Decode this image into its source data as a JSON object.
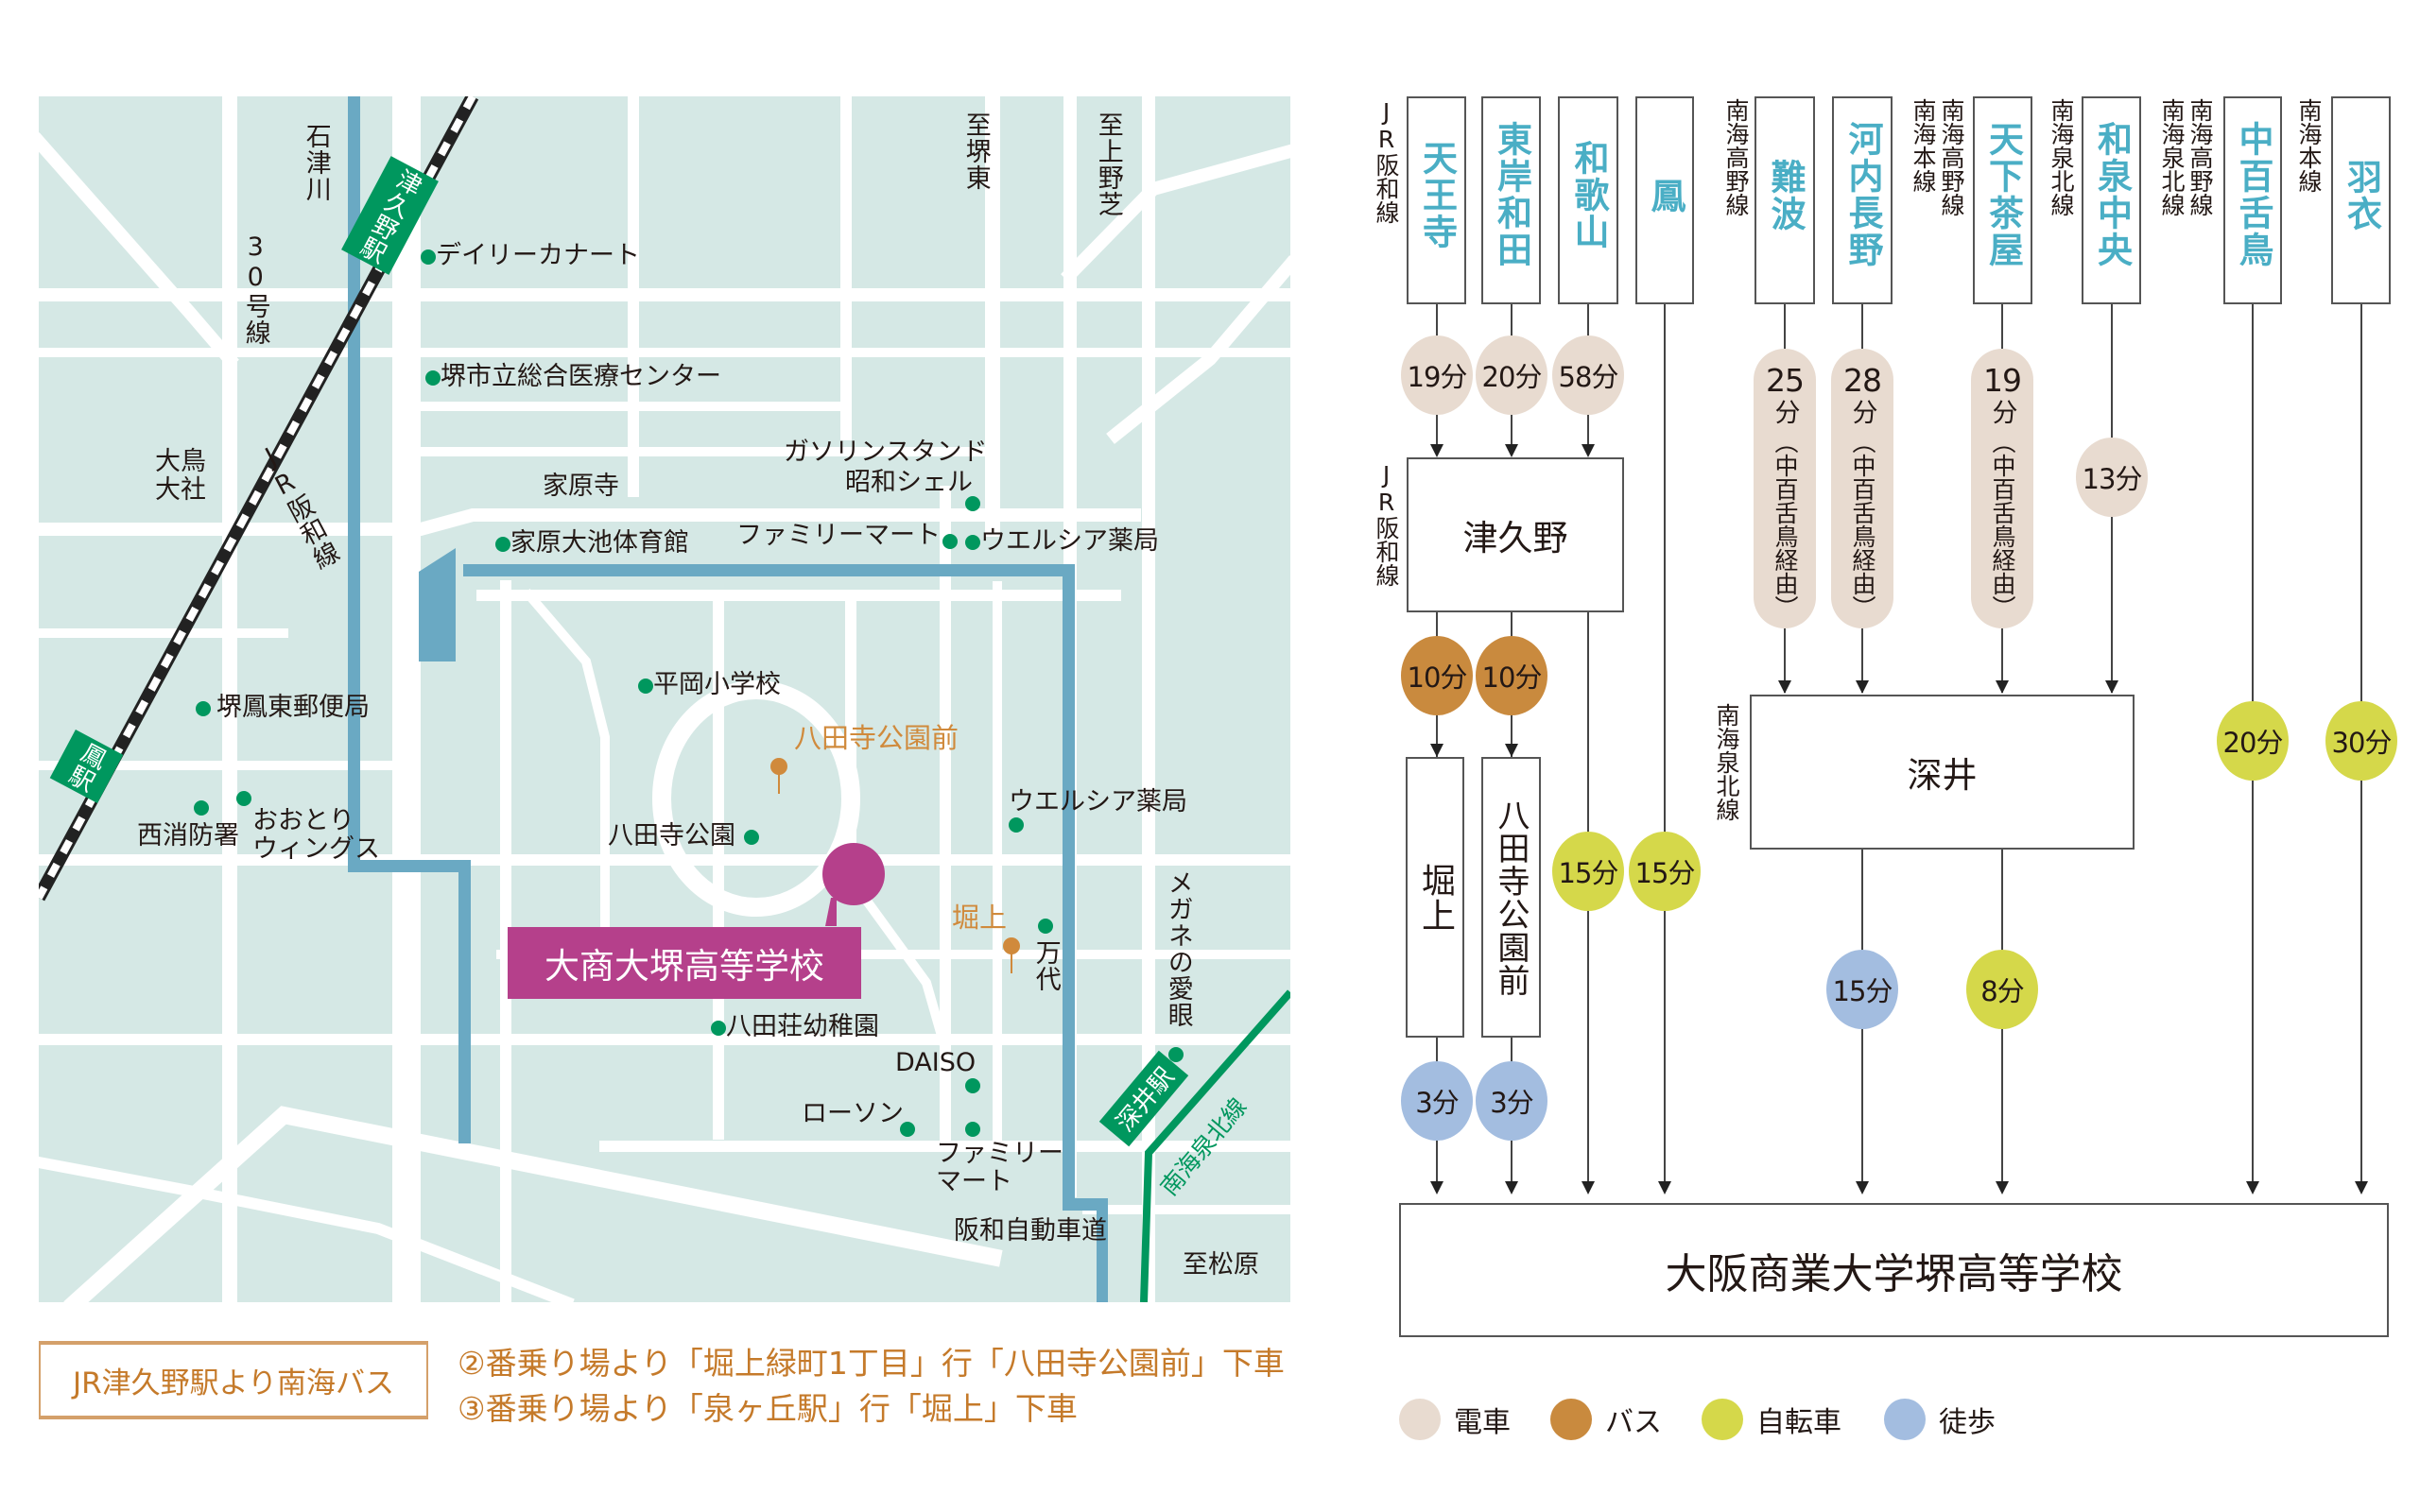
{
  "map": {
    "directions": {
      "sakai_higashi": "至堺東",
      "kami_nonoshiba": "至上野芝",
      "matsubara": "至松原"
    },
    "rivers_roads": {
      "ishizugawa": "石津川",
      "route30": "30号線",
      "jr_hanwa": "JR阪和線",
      "hanwa_expressway": "阪和自動車道"
    },
    "stations": {
      "tsukuno": "津久野駅",
      "otori": "鳳駅",
      "fukai": "深井駅",
      "senboku_line": "南海泉北線"
    },
    "landmarks": {
      "daily_kanart": "デイリーカナート",
      "medical_center": "堺市立総合医療センター",
      "otori_taisha": "大鳥大社",
      "ebaraji": "家原寺",
      "gas_station_1": "ガソリンスタンド",
      "gas_station_2": "昭和シェル",
      "ebara_gym": "家原大池体育館",
      "familymart_1": "ファミリーマート",
      "welcia_1": "ウエルシア薬局",
      "hiraoka_school": "平岡小学校",
      "post_office": "堺鳳東郵便局",
      "welcia_2": "ウエルシア薬局",
      "hachitaji_park": "八田寺公園",
      "fire_station": "西消防署",
      "otori_wings_1": "おおとり",
      "otori_wings_2": "ウィングス",
      "hachitaso_kindergarten": "八田荘幼稚園",
      "daiso": "DAISO",
      "lawson": "ローソン",
      "familymart_2a": "ファミリー",
      "familymart_2b": "マート",
      "meganeno_aigan": "メガネの愛眼",
      "mandai": "万代"
    },
    "bus_stops": {
      "hachitaji_koenmae": "八田寺公園前",
      "horiage": "堀上"
    },
    "school_label": "大商大堺高等学校"
  },
  "bus_info": {
    "title": "JR津久野駅より南海バス",
    "line1": "②番乗り場より「堀上緑町1丁目」行「八田寺公園前」下車",
    "line2": "③番乗り場より「泉ヶ丘駅」行「堀上」下車"
  },
  "diagram": {
    "stations": [
      "天王寺",
      "東岸和田",
      "和歌山",
      "鳳",
      "難波",
      "河内長野",
      "天下茶屋",
      "和泉中央",
      "中百舌鳥",
      "羽衣"
    ],
    "line_labels": {
      "jr_hanwa": "JR阪和線",
      "nankai_koya": "南海高野線",
      "nankai_main": "南海本線",
      "nankai_koya2": "南海高野線",
      "nankai_senboku": "南海泉北線",
      "nankai_senboku2": "南海泉北線",
      "nankai_koya3": "南海高野線",
      "nankai_main2": "南海本線",
      "jr_hanwa2": "JR阪和線",
      "nankai_senboku3": "南海泉北線"
    },
    "train_times": {
      "tennoji": "19分",
      "higashikishiwada": "20分",
      "wakayama": "58分",
      "izumichuo": "13分"
    },
    "pills": [
      {
        "num": "25",
        "unit": "分",
        "via": "（中百舌鳥経由）"
      },
      {
        "num": "28",
        "unit": "分",
        "via": "（中百舌鳥経由）"
      },
      {
        "num": "19",
        "unit": "分",
        "via": "（中百舌鳥経由）"
      }
    ],
    "hub_tsukuno": "津久野",
    "hub_fukai": "深井",
    "bus_times": [
      "10分",
      "10分"
    ],
    "stop_horiage": "堀上",
    "stop_hachitaji": "八田寺公園前",
    "walk_times": {
      "horiage": "3分",
      "hachitaji": "3分",
      "fukai": "15分"
    },
    "bike_times": {
      "wakayama": "15分",
      "otori": "15分",
      "fukai": "8分",
      "nakamozu": "20分",
      "hagoromo": "30分"
    },
    "destination": "大阪商業大学堺高等学校"
  },
  "legend": [
    {
      "label": "電車",
      "color": "#e8dbd0"
    },
    {
      "label": "バス",
      "color": "#c98a3e"
    },
    {
      "label": "自転車",
      "color": "#d5d84a"
    },
    {
      "label": "徒歩",
      "color": "#a3bde0"
    }
  ],
  "colors": {
    "map_bg": "#d5e8e5",
    "river": "#6aa9c3",
    "rail_green": "#00975e",
    "school": "#b5408b",
    "bus_orange": "#d08a3c",
    "station_cyan": "#4aaec5"
  }
}
